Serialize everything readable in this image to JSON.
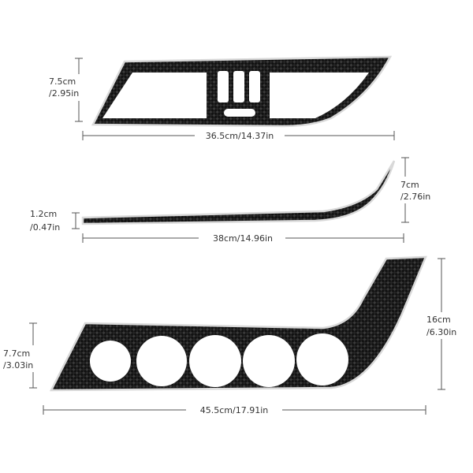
{
  "colors": {
    "background": "#ffffff",
    "carbon_dark": "#111111",
    "carbon_light": "#3a3a3a",
    "edge": "#d9d9d9",
    "dimension_line": "#555555",
    "text": "#333333"
  },
  "parts": [
    {
      "id": "air-vent-trim",
      "dimensions": {
        "height": {
          "cm": "7.5cm",
          "in": "/2.95in"
        },
        "width": "36.5cm/14.37in"
      }
    },
    {
      "id": "strip-trim",
      "dimensions": {
        "left_height": {
          "cm": "1.2cm",
          "in": "/0.47in"
        },
        "right_height": {
          "cm": "7cm",
          "in": "/2.76in"
        },
        "width": "38cm/14.96in"
      }
    },
    {
      "id": "switch-panel-trim",
      "dimensions": {
        "left_height": {
          "cm": "7.7cm",
          "in": "/3.03in"
        },
        "right_height": {
          "cm": "16cm",
          "in": "/6.30in"
        },
        "width": "45.5cm/17.91in"
      }
    }
  ]
}
